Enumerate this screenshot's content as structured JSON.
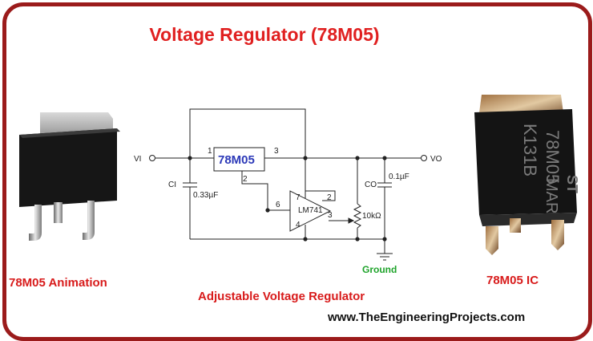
{
  "title": "Voltage Regulator (78M05)",
  "captions": {
    "left": "78M05 Animation",
    "center": "Adjustable Voltage Regulator",
    "right": "78M05 IC"
  },
  "website": "www.TheEngineeringProjects.com",
  "circuit": {
    "input_label": "VI",
    "output_label": "VO",
    "regulator_name": "78M05",
    "opamp_name": "LM741",
    "input_cap_name": "CI",
    "input_cap_value": "0.33µF",
    "output_cap_name": "CO",
    "output_cap_value": "0.1µF",
    "pot_value": "10kΩ",
    "ground_label": "Ground",
    "pins": {
      "reg_in": "1",
      "reg_out": "3",
      "reg_adj": "2",
      "op_7": "7",
      "op_2": "2",
      "op_6": "6",
      "op_3": "3",
      "op_4": "4"
    }
  },
  "chip_right": {
    "line1": "78M05",
    "line2": "MAR",
    "line3": "K131B"
  },
  "colors": {
    "frame": "#9b1b1b",
    "title": "#e02020",
    "captions": "#d81b1b",
    "regulator_text": "#2c39b8",
    "ground_text": "#1ea32a"
  }
}
